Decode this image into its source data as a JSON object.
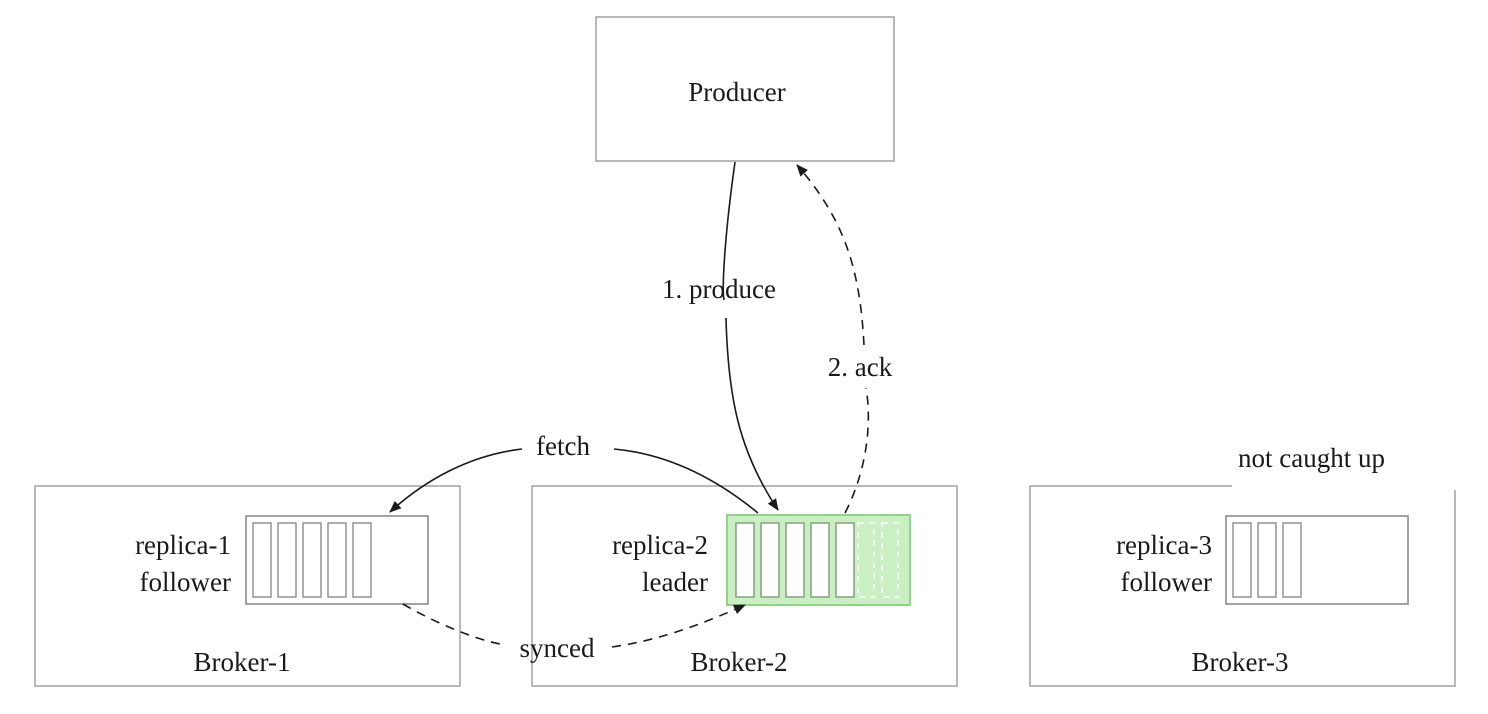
{
  "producer": {
    "label": "Producer"
  },
  "brokers": [
    {
      "label": "Broker-1",
      "replica": "replica-1",
      "role": "follower"
    },
    {
      "label": "Broker-2",
      "replica": "replica-2",
      "role": "leader"
    },
    {
      "label": "Broker-3",
      "replica": "replica-3",
      "role": "follower"
    }
  ],
  "flows": {
    "produce": "1. produce",
    "ack": "2. ack",
    "fetch": "fetch",
    "synced": "synced",
    "not_caught_up": "not caught up"
  },
  "logs": {
    "replica_1_entries": 5,
    "replica_2_entries": 5,
    "replica_2_pending_entries": 2,
    "replica_3_entries": 3
  },
  "colors": {
    "leader_log_fill": "#c9efc2",
    "box_border": "#a6a6a6",
    "line": "#1a1a1a"
  }
}
